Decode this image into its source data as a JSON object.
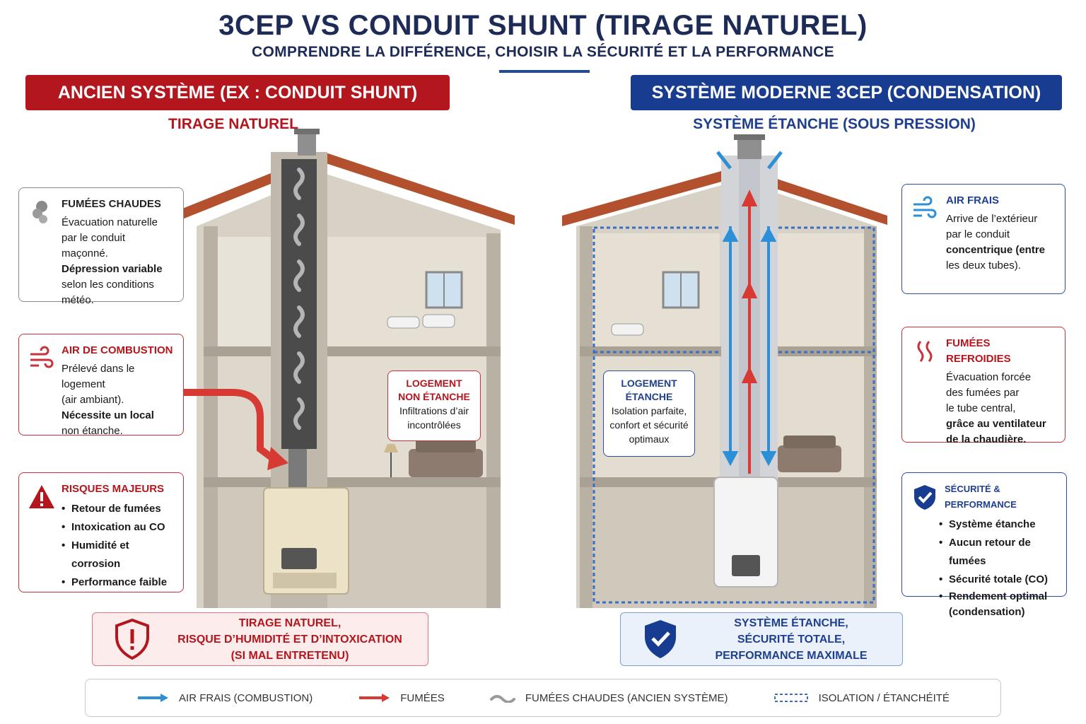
{
  "header": {
    "title": "3CEP VS CONDUIT SHUNT (TIRAGE NATUREL)",
    "subtitle": "COMPRENDRE LA DIFFÉRENCE, CHOISIR LA SÉCURITÉ ET LA PERFORMANCE"
  },
  "left": {
    "banner": "ANCIEN SYSTÈME (EX : CONDUIT SHUNT)",
    "subhead": "TIRAGE NATUREL",
    "cards": {
      "fumees": {
        "title": "FUMÉES CHAUDES",
        "l1": "Évacuation naturelle",
        "l2": "par le conduit maçonné.",
        "l3": "Dépression variable",
        "l4": "selon les conditions",
        "l5": "météo."
      },
      "air": {
        "title": "AIR DE COMBUSTION",
        "l1": "Prélevé dans le logement",
        "l2": "(air ambiant).",
        "l3": "Nécessite un local",
        "l4": "non étanche."
      },
      "risques": {
        "title": "RISQUES MAJEURS",
        "items": [
          "Retour de fumées",
          "Intoxication au CO",
          "Humidité et corrosion",
          "Performance faible"
        ]
      }
    },
    "inset": {
      "title1": "LOGEMENT",
      "title2": "NON ÉTANCHE",
      "l1": "Infiltrations d’air",
      "l2": "incontrôlées"
    },
    "bottom": {
      "l1": "TIRAGE NATUREL,",
      "l2": "RISQUE D’HUMIDITÉ ET D’INTOXICATION",
      "l3": "(SI MAL ENTRETENU)"
    }
  },
  "right": {
    "banner": "SYSTÈME MODERNE 3CEP (CONDENSATION)",
    "subhead": "SYSTÈME ÉTANCHE (SOUS PRESSION)",
    "cards": {
      "air": {
        "title": "AIR FRAIS",
        "l1": "Arrive de l’extérieur",
        "l2": "par le conduit",
        "l3": "concentrique (entre",
        "l4": "les deux tubes)."
      },
      "fumees": {
        "title": "FUMÉES REFROIDIES",
        "l1": "Évacuation forcée",
        "l2": "des fumées par",
        "l3": "le tube central,",
        "l4": "grâce au ventilateur",
        "l5": "de la chaudière."
      },
      "securite": {
        "title": "SÉCURITÉ & PERFORMANCE",
        "items": [
          "Système étanche",
          "Aucun retour de fumées",
          "Sécurité totale (CO)",
          "Rendement optimal",
          "(condensation)"
        ]
      }
    },
    "inset": {
      "title1": "LOGEMENT",
      "title2": "ÉTANCHE",
      "l1": "Isolation parfaite,",
      "l2": "confort et sécurité",
      "l3": "optimaux"
    },
    "bottom": {
      "l1": "SYSTÈME ÉTANCHE,",
      "l2": "SÉCURITÉ TOTALE,",
      "l3": "PERFORMANCE MAXIMALE"
    }
  },
  "legend": {
    "air": "AIR FRAIS (COMBUSTION)",
    "fumees": "FUMÉES",
    "chaudes": "FUMÉES CHAUDES (ANCIEN SYSTÈME)",
    "isolation": "ISOLATION / ÉTANCHÉITÉ"
  },
  "colors": {
    "red": "#b3161d",
    "blue": "#183c8f",
    "air_arrow": "#2d8fd6",
    "smoke_arrow": "#d63a32",
    "smoke_wave": "#9a9a9a",
    "isolation": "#3a6fc4"
  }
}
